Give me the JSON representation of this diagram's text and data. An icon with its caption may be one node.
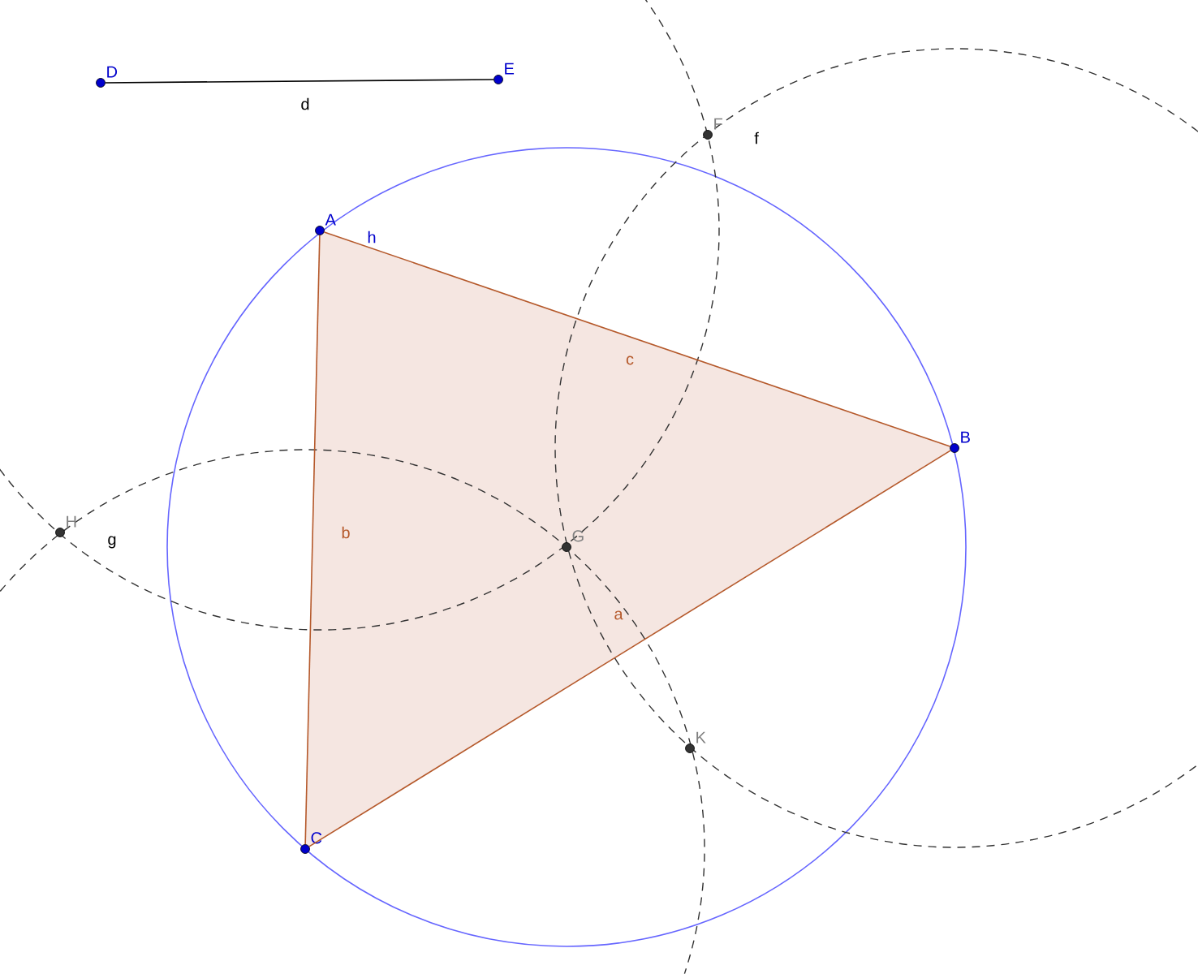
{
  "diagram": {
    "nodes": [
      {
        "text": [
          "D"
        ]
      },
      {
        "text": [
          "E"
        ]
      },
      {
        "text": [
          "A"
        ]
      },
      {
        "text": [
          "B"
        ]
      },
      {
        "text": [
          "C"
        ]
      },
      {
        "text": [
          "F"
        ]
      },
      {
        "text": [
          "H"
        ]
      },
      {
        "text": [
          "G"
        ]
      },
      {
        "text": [
          "K"
        ]
      }
    ],
    "edges": [
      {
        "from": 0,
        "to": 1,
        "arrow": "none",
        "label": "d",
        "color": "#000000"
      },
      {
        "from": 3,
        "to": 4,
        "arrow": "none",
        "label": "a"
      },
      {
        "from": 2,
        "to": 4,
        "arrow": "none",
        "label": "b"
      },
      {
        "from": 2,
        "to": 3,
        "arrow": "none",
        "label": "c"
      }
    ],
    "labels": [
      "h",
      "f",
      "g"
    ]
  }
}
